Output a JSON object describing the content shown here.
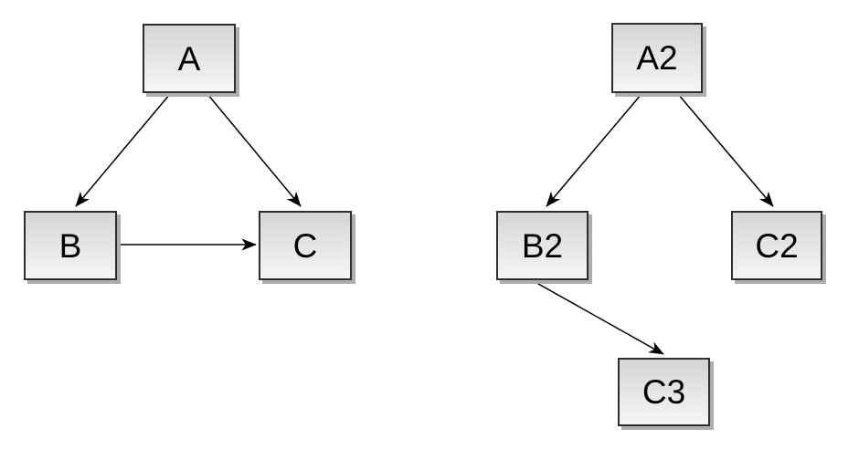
{
  "diagram": {
    "background_color": "#ffffff",
    "node_style": {
      "fill_top": "#d5d5d5",
      "fill_bottom": "#f5f5f5",
      "border_color": "#2e2e2e",
      "shadow_color": "#adadad",
      "text_color": "#000000"
    },
    "edge_style": {
      "line_color": "#000000",
      "arrowhead": "filled-barb"
    }
  },
  "graphs": {
    "left": {
      "nodes": [
        {
          "id": "A",
          "label": "A"
        },
        {
          "id": "B",
          "label": "B"
        },
        {
          "id": "C",
          "label": "C"
        }
      ],
      "edges": [
        {
          "from": "A",
          "to": "B"
        },
        {
          "from": "A",
          "to": "C"
        },
        {
          "from": "B",
          "to": "C"
        }
      ]
    },
    "right": {
      "nodes": [
        {
          "id": "A2",
          "label": "A2"
        },
        {
          "id": "B2",
          "label": "B2"
        },
        {
          "id": "C2",
          "label": "C2"
        },
        {
          "id": "C3",
          "label": "C3"
        }
      ],
      "edges": [
        {
          "from": "A2",
          "to": "B2"
        },
        {
          "from": "A2",
          "to": "C2"
        },
        {
          "from": "B2",
          "to": "C3"
        }
      ]
    }
  }
}
